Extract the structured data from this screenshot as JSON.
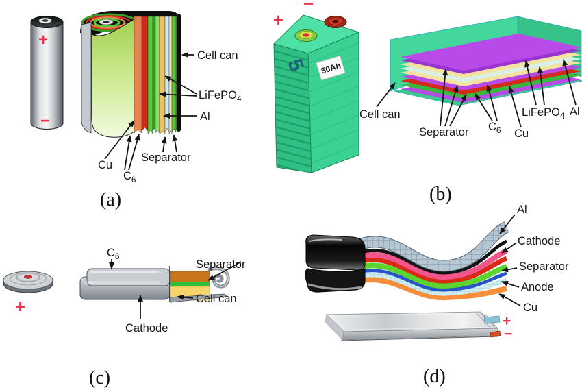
{
  "colors": {
    "symbol_red": "#e8304a",
    "battery_green": "#3ecf8e",
    "stack_purple": "#b84ae8",
    "label_black": "#161616"
  },
  "panel_a": {
    "caption": "(a)",
    "positive": "+",
    "negative": "−",
    "labels": {
      "cell_can": "Cell can",
      "lifepo4": "LiFePO",
      "lifepo4_sub": "4",
      "al": "Al",
      "separator": "Separator",
      "cu": "Cu",
      "c6": "C",
      "c6_sub": "6"
    }
  },
  "panel_b": {
    "caption": "(b)",
    "positive": "+",
    "negative": "−",
    "capacity_label": "50Ah",
    "side_mark": "5",
    "labels": {
      "cell_can": "Cell can",
      "separator": "Separator",
      "c6": "C",
      "c6_sub": "6",
      "cu": "Cu",
      "lifepo4": "LiFePO",
      "lifepo4_sub": "4",
      "al": "Al"
    }
  },
  "panel_c": {
    "caption": "(c)",
    "positive": "+",
    "labels": {
      "c6": "C",
      "c6_sub": "6",
      "separator": "Separator",
      "cell_can": "Cell can",
      "cathode": "Cathode"
    }
  },
  "panel_d": {
    "caption": "(d)",
    "positive": "+",
    "negative": "−",
    "labels": {
      "al": "Al",
      "cathode": "Cathode",
      "separator": "Separator",
      "anode": "Anode",
      "cu": "Cu"
    }
  }
}
